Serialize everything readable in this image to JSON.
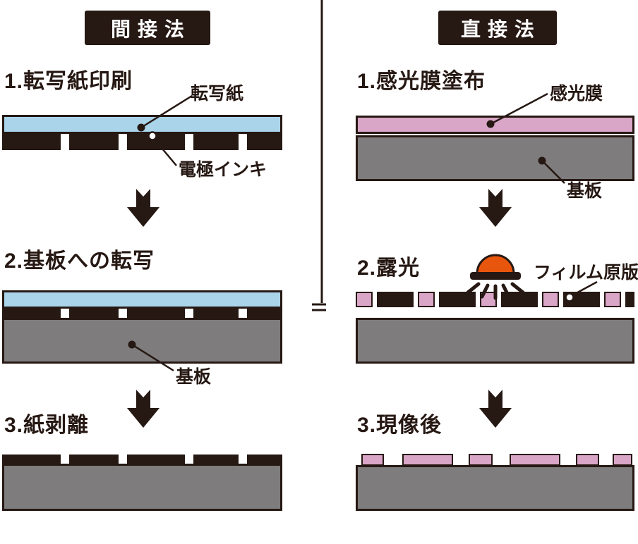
{
  "colors": {
    "dark": "#261813",
    "blue": "#a9d4ea",
    "pink": "#d9a6c8",
    "gray": "#7e7c7d",
    "orange": "#e8560d",
    "background": "#ffffff"
  },
  "left": {
    "title": "間接法",
    "steps": [
      {
        "label": "1.転写紙印刷",
        "callouts": [
          "転写紙",
          "電極インキ"
        ]
      },
      {
        "label": "2.基板への転写",
        "callouts": [
          "基板"
        ]
      },
      {
        "label": "3.紙剥離",
        "callouts": []
      }
    ]
  },
  "right": {
    "title": "直接法",
    "steps": [
      {
        "label": "1.感光膜塗布",
        "callouts": [
          "感光膜",
          "基板"
        ]
      },
      {
        "label": "2.露光",
        "callouts": [
          "フィルム原版"
        ]
      },
      {
        "label": "3.現像後",
        "callouts": []
      }
    ]
  },
  "icons": {
    "lamp": "exposure-lamp-icon",
    "arrow": "down-arrow-icon",
    "dot": "leader-dot-marker",
    "circle": "leader-circle-marker"
  }
}
